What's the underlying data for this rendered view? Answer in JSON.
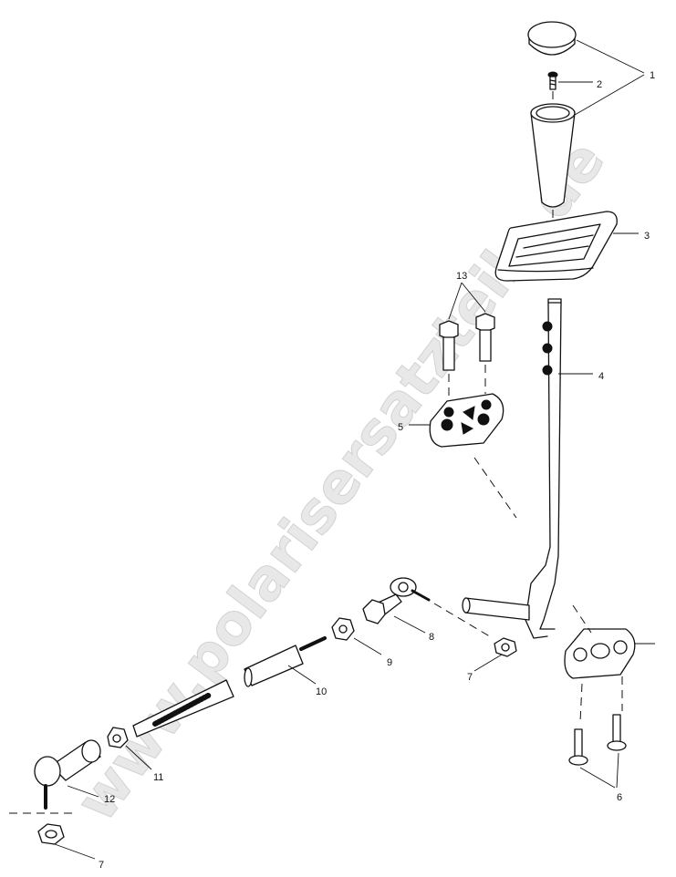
{
  "watermark": "www.polarisersatzteile.de",
  "callouts": {
    "c1": "1",
    "c2": "2",
    "c3": "3",
    "c4": "4",
    "c5": "5",
    "c6": "6",
    "c7a": "7",
    "c7b": "7",
    "c8": "8",
    "c9": "9",
    "c10": "10",
    "c11": "11",
    "c12": "12",
    "c13": "13"
  }
}
